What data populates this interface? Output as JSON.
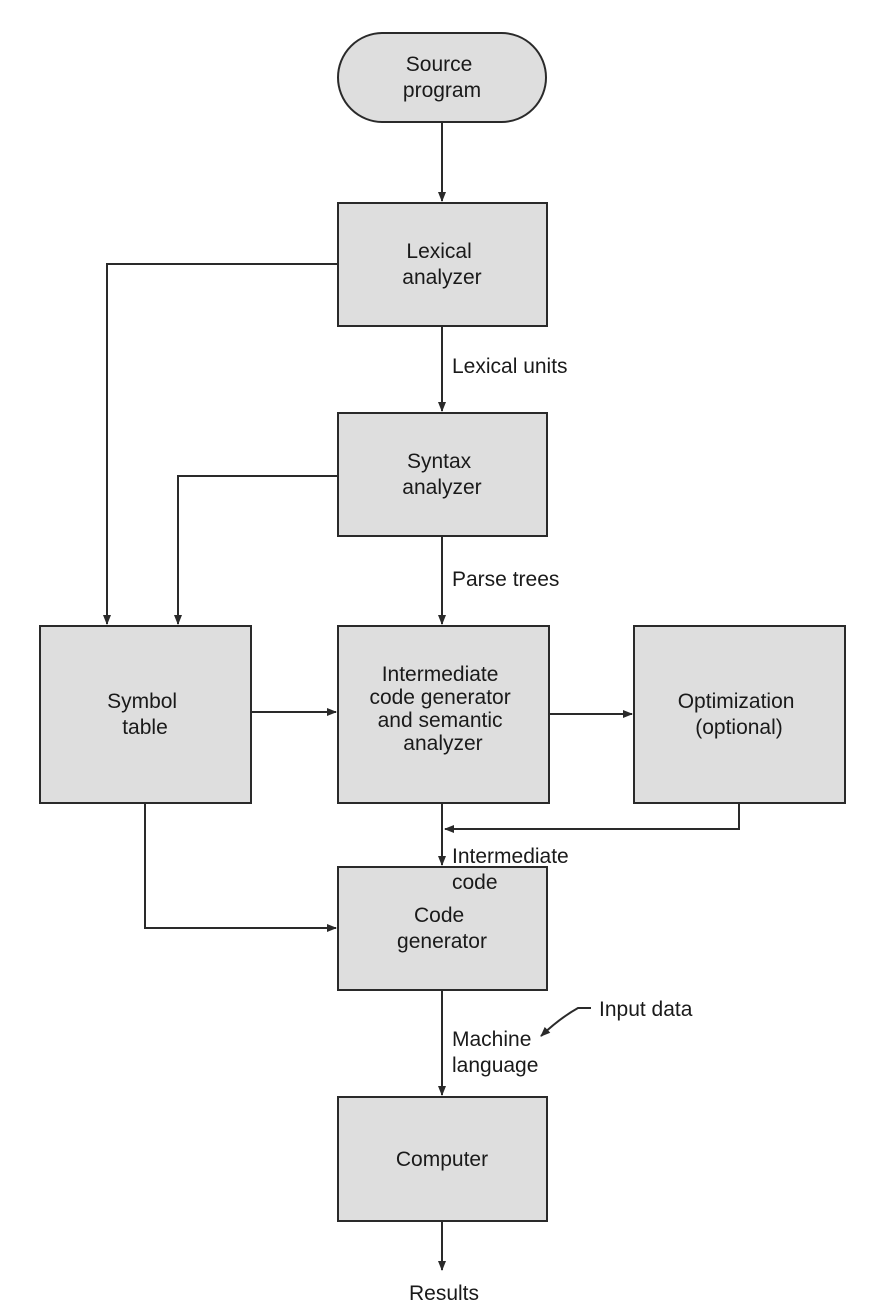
{
  "colors": {
    "node_fill": "#dedede",
    "stroke": "#2a2a2a",
    "text": "#1a1a1a",
    "background": "#ffffff"
  },
  "nodes": {
    "source_program": [
      "Source",
      "program"
    ],
    "lexical_analyzer": [
      "Lexical",
      "analyzer"
    ],
    "syntax_analyzer": [
      "Syntax",
      "analyzer"
    ],
    "symbol_table": [
      "Symbol",
      "table"
    ],
    "intermediate_code_generator": [
      "Intermediate",
      "code generator",
      "and semantic",
      "analyzer"
    ],
    "optimization": [
      "Optimization",
      "(optional)"
    ],
    "code_generator": [
      "Code",
      "generator"
    ],
    "computer": [
      "Computer"
    ]
  },
  "edge_labels": {
    "lexical_units": [
      "Lexical units"
    ],
    "parse_trees": [
      "Parse trees"
    ],
    "intermediate_code": [
      "Intermediate",
      "code"
    ],
    "machine_language": [
      "Machine",
      "language"
    ],
    "input_data": [
      "Input data"
    ],
    "results": [
      "Results"
    ]
  }
}
